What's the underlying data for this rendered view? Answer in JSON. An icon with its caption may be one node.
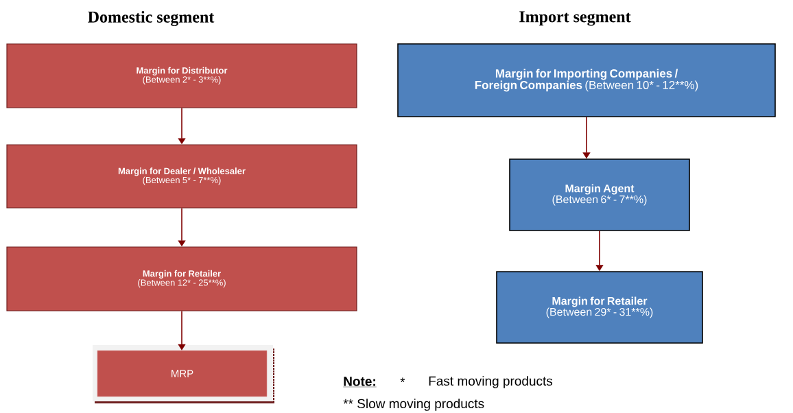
{
  "diagram": {
    "nodes": [
      {
        "text": [
          "Margin for Distributor",
          "(Between 2* - 3**%)"
        ]
      },
      {
        "text": [
          "Margin for Dealer / Wholesaler",
          "(Between 5* - 7**%)"
        ]
      },
      {
        "text": [
          "Margin for Retailer",
          "(Between 12* - 25**%)"
        ]
      },
      {
        "text": [
          "MRP"
        ]
      },
      {
        "text": [
          "Margin for Importing Companies / Foreign Companies",
          "(Between 10* - 12**%)"
        ]
      },
      {
        "text": [
          "Margin Agent",
          "(Between 6* - 7**%)"
        ]
      },
      {
        "text": [
          "Margin for Retailer",
          "(Between 29* - 31**%)"
        ]
      }
    ],
    "edges": [
      {
        "from": 0,
        "to": 1,
        "arrow": "to"
      },
      {
        "from": 1,
        "to": 2,
        "arrow": "to"
      },
      {
        "from": 2,
        "to": 3,
        "arrow": "to"
      },
      {
        "from": 4,
        "to": 5,
        "arrow": "to"
      },
      {
        "from": 5,
        "to": 6,
        "arrow": "to"
      }
    ],
    "labels": [
      "Domestic segment",
      "Import segment",
      "Note:",
      "*",
      "Fast moving products",
      "** Slow moving products"
    ]
  }
}
